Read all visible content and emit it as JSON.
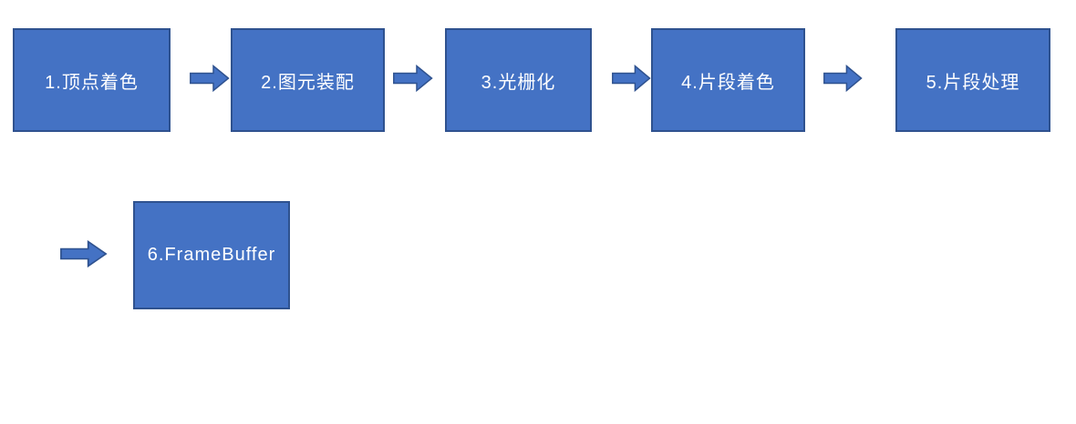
{
  "diagram": {
    "title": "render-pipeline-flow",
    "colors": {
      "background": "#FFFFFF",
      "box_fill": "#4472C4",
      "box_border": "#2F528F",
      "arrow_fill": "#4472C4",
      "arrow_border": "#2F528F",
      "text": "#FFFFFF"
    },
    "nodes": [
      {
        "id": 1,
        "label": "1.顶点着色"
      },
      {
        "id": 2,
        "label": "2.图元装配"
      },
      {
        "id": 3,
        "label": "3.光栅化"
      },
      {
        "id": 4,
        "label": "4.片段着色"
      },
      {
        "id": 5,
        "label": "5.片段处理"
      },
      {
        "id": 6,
        "label": "6.FrameBuffer"
      }
    ],
    "connections": [
      {
        "from": 1,
        "to": 2
      },
      {
        "from": 2,
        "to": 3
      },
      {
        "from": 3,
        "to": 4
      },
      {
        "from": 4,
        "to": 5
      },
      {
        "from": 5,
        "to": 6
      }
    ]
  }
}
